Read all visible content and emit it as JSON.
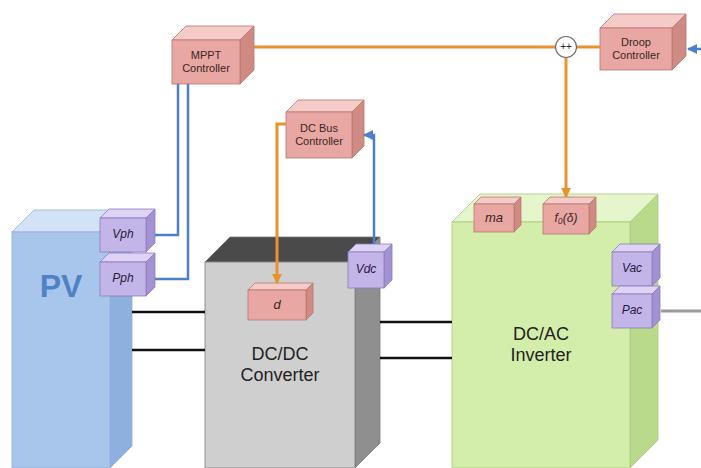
{
  "diagram": {
    "nodes": [
      {
        "text": [
          "MPPT Controller"
        ]
      },
      {
        "text": [
          "++"
        ]
      },
      {
        "text": [
          "Droop Controller"
        ]
      },
      {
        "text": [
          "DC Bus Controller"
        ]
      },
      {
        "text": [
          "PV"
        ]
      },
      {
        "text": [
          "Vph"
        ],
        "in": 4
      },
      {
        "text": [
          "Pph"
        ],
        "in": 4
      },
      {
        "text": [
          "DC/DC Converter"
        ]
      },
      {
        "text": [
          "d"
        ],
        "in": 7
      },
      {
        "text": [
          "Vdc"
        ],
        "in": 7
      },
      {
        "text": [
          "DC/AC Inverter"
        ]
      },
      {
        "text": [
          "ma"
        ],
        "in": 10
      },
      {
        "text": [
          "f₀(δ)"
        ],
        "in": 10
      },
      {
        "text": [
          "Vac"
        ],
        "in": 10
      },
      {
        "text": [
          "Pac"
        ],
        "in": 10
      }
    ],
    "edges": [
      {
        "from": 5,
        "to": 0,
        "arrow": "none"
      },
      {
        "from": 6,
        "to": 0,
        "arrow": "none"
      },
      {
        "from": 9,
        "to": 3,
        "arrow": "to"
      },
      {
        "from": 3,
        "to": 8,
        "arrow": "to"
      },
      {
        "from": 0,
        "to": 1,
        "arrow": "none"
      },
      {
        "from": 2,
        "to": 1,
        "arrow": "none"
      },
      {
        "from": 1,
        "to": 12,
        "arrow": "to"
      },
      {
        "from": 4,
        "to": 7,
        "arrow": "none"
      },
      {
        "from": 4,
        "to": 7,
        "arrow": "none"
      },
      {
        "from": 7,
        "to": 10,
        "arrow": "none"
      },
      {
        "from": 7,
        "to": 10,
        "arrow": "none"
      }
    ]
  }
}
